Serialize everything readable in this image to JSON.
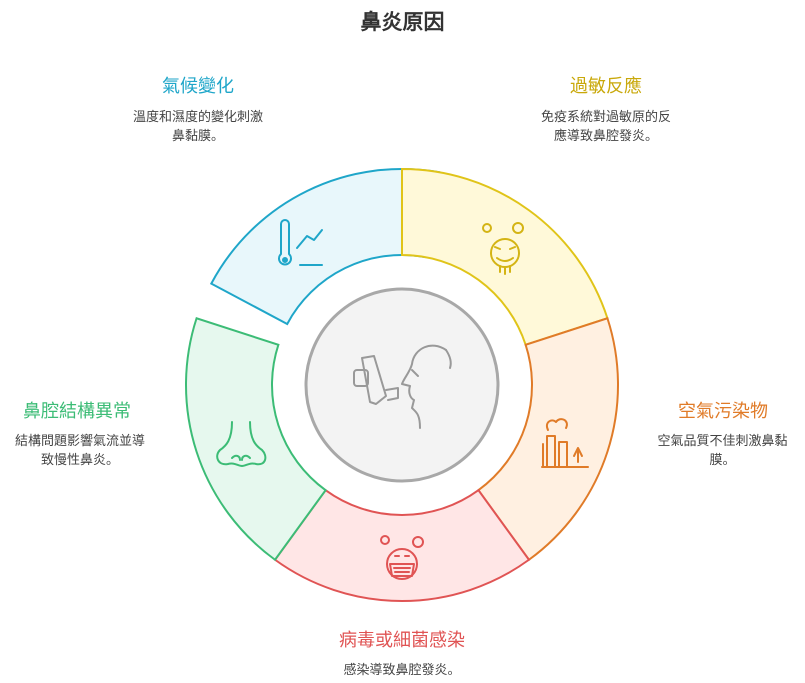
{
  "title": "鼻炎原因",
  "causes": [
    {
      "key": "climate",
      "title": "氣候變化",
      "desc_lines": [
        "溫度和濕度的變化刺激",
        "鼻黏膜。"
      ],
      "color": "#1fa6c9",
      "fill": "#e8f7fb",
      "icon": "thermometer-icon"
    },
    {
      "key": "allergy",
      "title": "過敏反應",
      "desc_lines": [
        "免疫系統對過敏原的反",
        "應導致鼻腔發炎。"
      ],
      "color": "#e0c419",
      "fill": "#fff9d9",
      "icon": "sneezing-face-icon"
    },
    {
      "key": "pollution",
      "title": "空氣污染物",
      "desc_lines": [
        "空氣品質不佳刺激鼻黏",
        "膜。"
      ],
      "color": "#e07b28",
      "fill": "#fff0e1",
      "icon": "factory-icon"
    },
    {
      "key": "infection",
      "title": "病毒或細菌感染",
      "desc_lines": [
        "感染導致鼻腔發炎。"
      ],
      "color": "#e05454",
      "fill": "#ffe6e6",
      "icon": "sick-face-mask-icon"
    },
    {
      "key": "structure",
      "title": "鼻腔結構異常",
      "desc_lines": [
        "結構問題影響氣流並導",
        "致慢性鼻炎。"
      ],
      "color": "#3cbc76",
      "fill": "#e6f8ee",
      "icon": "nose-icon"
    }
  ],
  "center_icon": "inhaler-face-icon"
}
